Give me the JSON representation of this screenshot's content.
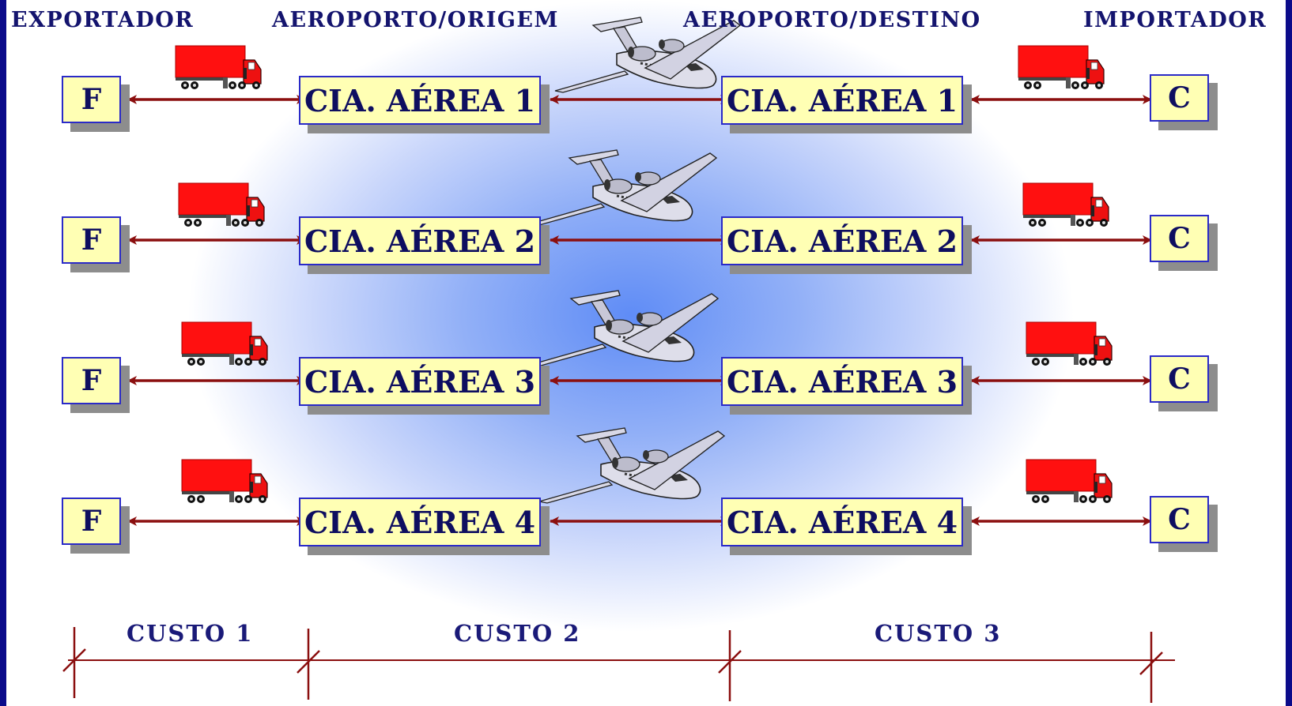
{
  "headers": {
    "exporter": "EXPORTADOR",
    "origin_airport": "AEROPORTO/ORIGEM",
    "destination_airport": "AEROPORTO/DESTINO",
    "importer": "IMPORTADOR"
  },
  "exporter_label": "F",
  "importer_label": "C",
  "rows": [
    {
      "origin": "CIA. AÉREA 1",
      "destination": "CIA. AÉREA 1"
    },
    {
      "origin": "CIA. AÉREA 2",
      "destination": "CIA. AÉREA 2"
    },
    {
      "origin": "CIA. AÉREA 3",
      "destination": "CIA. AÉREA 3"
    },
    {
      "origin": "CIA. AÉREA 4",
      "destination": "CIA. AÉREA 4"
    }
  ],
  "costs": [
    "CUSTO 1",
    "CUSTO 2",
    "CUSTO 3"
  ],
  "colors": {
    "frame": "#0b0b8a",
    "arrow": "#8b0f0f",
    "box_fill": "#ffffb4",
    "box_border": "#2a2ac8",
    "truck": "#ff0000"
  },
  "icons": [
    "truck-icon",
    "airplane-icon"
  ]
}
